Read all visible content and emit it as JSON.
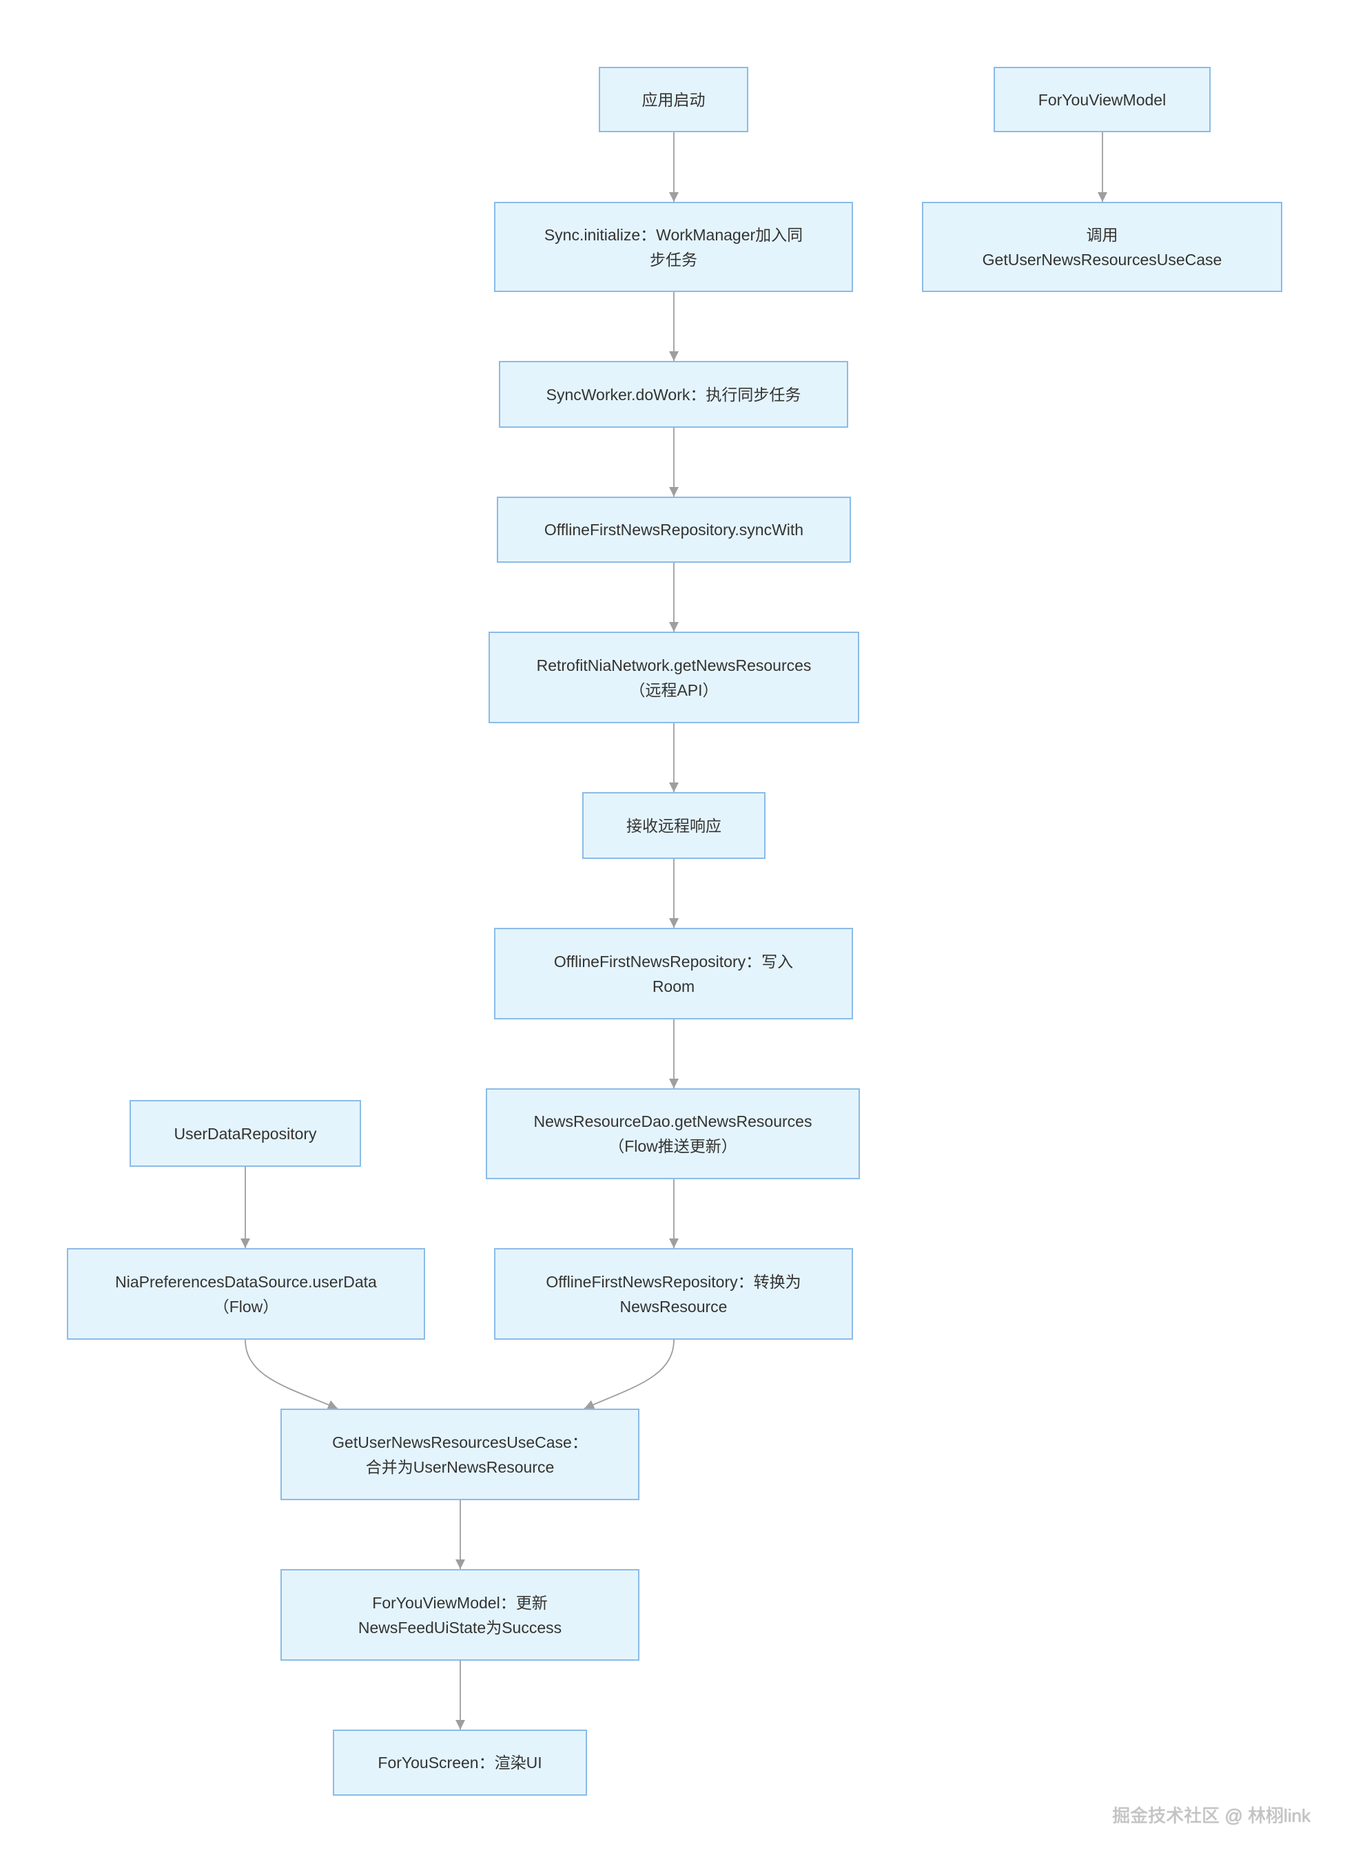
{
  "diagram": {
    "nodes": {
      "app_start": {
        "lines": [
          "应用启动"
        ]
      },
      "for_you_view_model": {
        "lines": [
          "ForYouViewModel"
        ]
      },
      "sync_initialize": {
        "lines": [
          "Sync.initialize：WorkManager加入同",
          "步任务"
        ]
      },
      "call_use_case": {
        "lines": [
          "调用",
          "GetUserNewsResourcesUseCase"
        ]
      },
      "sync_worker": {
        "lines": [
          "SyncWorker.doWork：执行同步任务"
        ]
      },
      "sync_with": {
        "lines": [
          "OfflineFirstNewsRepository.syncWith"
        ]
      },
      "retrofit_network": {
        "lines": [
          "RetrofitNiaNetwork.getNewsResources",
          "（远程API）"
        ]
      },
      "receive_response": {
        "lines": [
          "接收远程响应"
        ]
      },
      "write_room": {
        "lines": [
          "OfflineFirstNewsRepository：写入",
          "Room"
        ]
      },
      "user_data_repository": {
        "lines": [
          "UserDataRepository"
        ]
      },
      "news_resource_dao": {
        "lines": [
          "NewsResourceDao.getNewsResources",
          "（Flow推送更新）"
        ]
      },
      "nia_preferences": {
        "lines": [
          "NiaPreferencesDataSource.userData",
          "（Flow）"
        ]
      },
      "convert_news_resource": {
        "lines": [
          "OfflineFirstNewsRepository：转换为",
          "NewsResource"
        ]
      },
      "merge_use_case": {
        "lines": [
          "GetUserNewsResourcesUseCase：",
          "合并为UserNewsResource"
        ]
      },
      "view_model_update": {
        "lines": [
          "ForYouViewModel：更新",
          "NewsFeedUiState为Success"
        ]
      },
      "for_you_screen": {
        "lines": [
          "ForYouScreen：渲染UI"
        ]
      }
    }
  },
  "watermark": "掘金技术社区 @ 林栩link",
  "colors": {
    "node_fill": "#e4f4fc",
    "node_border": "#8bbbe8",
    "edge": "#9e9e9e",
    "text": "#333333",
    "watermark": "#c4c4c4"
  }
}
